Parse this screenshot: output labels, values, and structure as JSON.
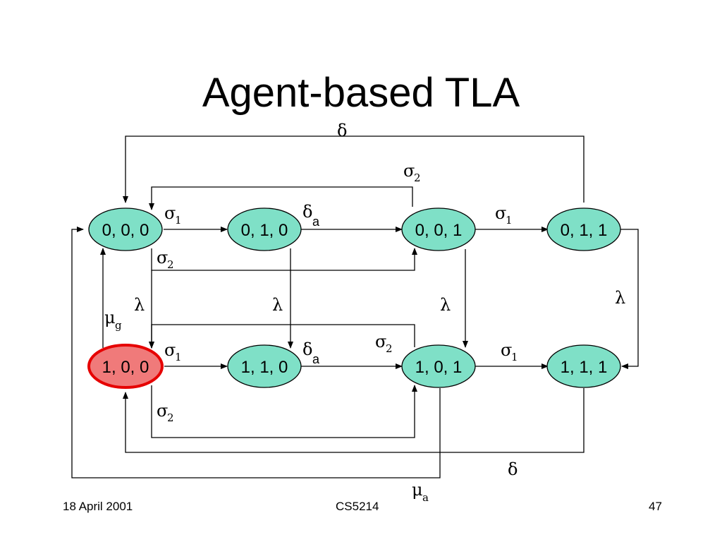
{
  "title": "Agent-based TLA",
  "colors": {
    "state_fill": "#7fe0c7",
    "initial_state_fill": "#f07a7a",
    "initial_state_border": "#e60000",
    "line": "#000000"
  },
  "states": {
    "s000": "0, 0, 0",
    "s010": "0, 1, 0",
    "s001": "0, 0, 1",
    "s011": "0, 1, 1",
    "s100": "1, 0, 0",
    "s110": "1, 1, 0",
    "s101": "1, 0, 1",
    "s111": "1, 1, 1"
  },
  "labels": {
    "sigma": "σ",
    "delta": "δ",
    "lambda": "λ",
    "mu": "μ",
    "sub_1": "1",
    "sub_2": "2",
    "sub_a": "a",
    "sub_g": "g"
  },
  "footer": {
    "date": "18 April 2001",
    "course": "CS5214",
    "page": "47"
  }
}
